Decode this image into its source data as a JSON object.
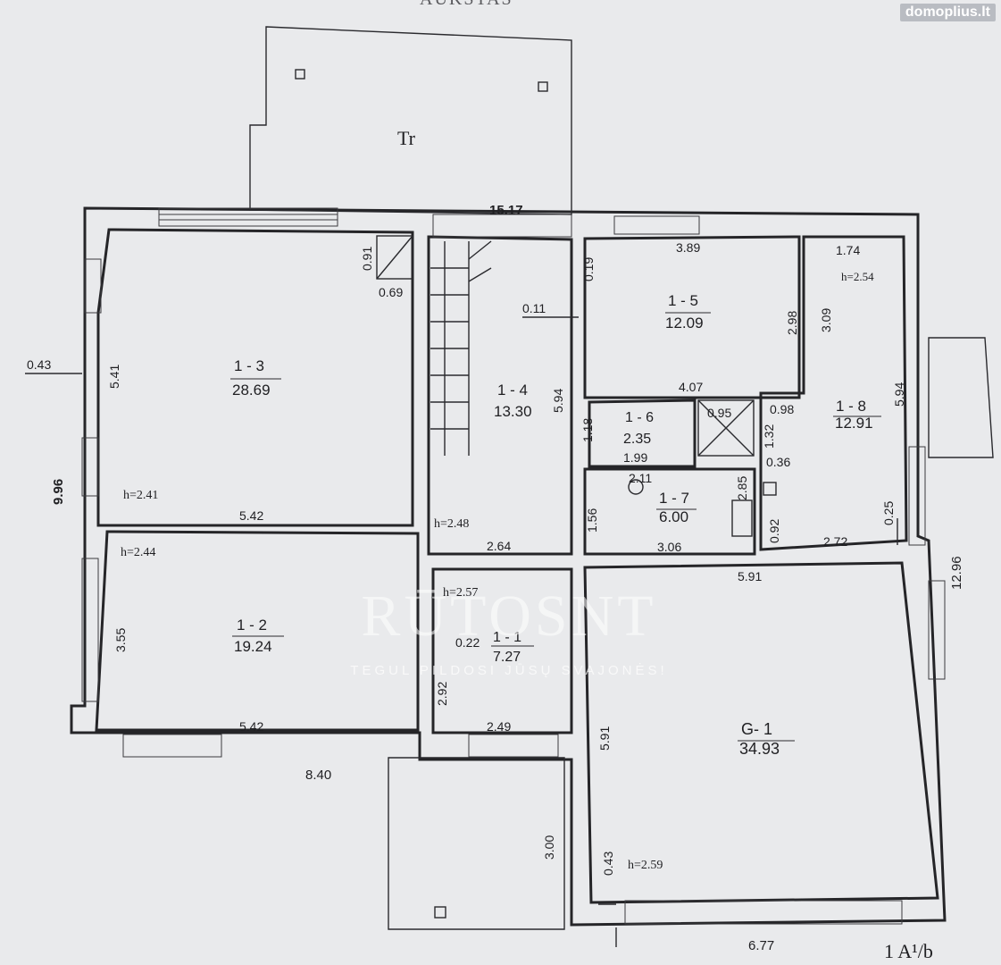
{
  "header_text": "AUKŠTAS",
  "site_badge": "domoplius.lt",
  "watermark": {
    "brand": "RŪTOSNT",
    "slogan": "TEGUL PILDOSI JŪSŲ SVAJONĖS!"
  },
  "terrace_label": "Tr",
  "sheet_label": "1 A¹/b",
  "rooms": [
    {
      "id": "1 - 3",
      "area": "28.69",
      "height": "h=2.41"
    },
    {
      "id": "1 - 4",
      "area": "13.30",
      "height": "h=2.48"
    },
    {
      "id": "1 - 5",
      "area": "12.09"
    },
    {
      "id": "1 - 8",
      "area": "12.91",
      "height": "h=2.54"
    },
    {
      "id": "1 - 6",
      "area": "2.35"
    },
    {
      "id": "1 - 7",
      "area": "6.00"
    },
    {
      "id": "1 - 2",
      "area": "19.24",
      "height": "h=2.44"
    },
    {
      "id": "1 - 1",
      "area": "7.27",
      "height": "h=2.57"
    },
    {
      "id": "G- 1",
      "area": "34.93",
      "height": "h=2.59"
    }
  ],
  "dimensions": {
    "d1517": "15.17",
    "d996": "9.96",
    "d1296": "12.96",
    "d840": "8.40",
    "d677": "6.77",
    "d043a": "0.43",
    "d541": "5.41",
    "d542a": "5.42",
    "d542b": "5.42",
    "d355": "3.55",
    "d091": "0.91",
    "d069": "0.69",
    "d011": "0.11",
    "d594a": "5.94",
    "d264": "2.64",
    "d156": "1.56",
    "d019": "0.19",
    "d389": "3.89",
    "d298": "2.98",
    "d407": "4.07",
    "d118": "1.18",
    "d199": "1.99",
    "d211": "2.11",
    "d095": "0.95",
    "d285": "2.85",
    "d306": "3.06",
    "d174": "1.74",
    "d309": "3.09",
    "d594b": "5.94",
    "d098": "0.98",
    "d132": "1.32",
    "d036": "0.36",
    "d092": "0.92",
    "d025": "0.25",
    "d272": "2.72",
    "d591a": "5.91",
    "d591b": "5.91",
    "d022": "0.22",
    "d292": "2.92",
    "d249": "2.49",
    "d300": "3.00",
    "d043b": "0.43"
  }
}
